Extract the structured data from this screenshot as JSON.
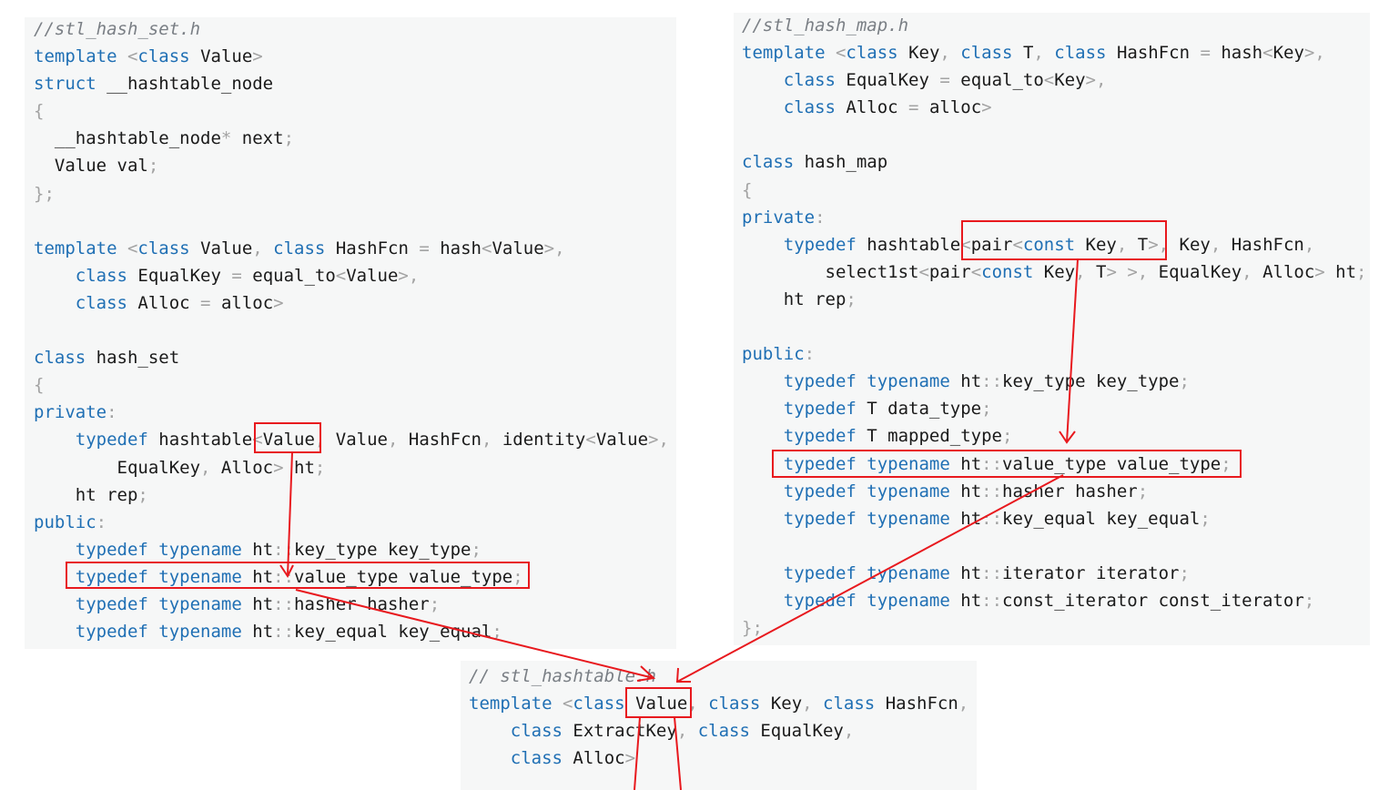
{
  "panels": {
    "left": {
      "lines": [
        [
          [
            "c",
            "//stl_hash_set.h"
          ]
        ],
        [
          [
            "k",
            "template"
          ],
          [
            "n",
            " "
          ],
          [
            "p",
            "<"
          ],
          [
            "k",
            "class"
          ],
          [
            "n",
            " Value"
          ],
          [
            "p",
            ">"
          ]
        ],
        [
          [
            "k",
            "struct"
          ],
          [
            "n",
            " __hashtable_node"
          ]
        ],
        [
          [
            "p",
            "{"
          ]
        ],
        [
          [
            "n",
            "  __hashtable_node"
          ],
          [
            "p",
            "*"
          ],
          [
            "n",
            " next"
          ],
          [
            "p",
            ";"
          ]
        ],
        [
          [
            "n",
            "  Value val"
          ],
          [
            "p",
            ";"
          ]
        ],
        [
          [
            "p",
            "};"
          ]
        ],
        [
          [
            "n",
            ""
          ]
        ],
        [
          [
            "k",
            "template"
          ],
          [
            "n",
            " "
          ],
          [
            "p",
            "<"
          ],
          [
            "k",
            "class"
          ],
          [
            "n",
            " Value"
          ],
          [
            "p",
            ","
          ],
          [
            "n",
            " "
          ],
          [
            "k",
            "class"
          ],
          [
            "n",
            " HashFcn "
          ],
          [
            "p",
            "="
          ],
          [
            "n",
            " hash"
          ],
          [
            "p",
            "<"
          ],
          [
            "n",
            "Value"
          ],
          [
            "p",
            ">,"
          ]
        ],
        [
          [
            "n",
            "    "
          ],
          [
            "k",
            "class"
          ],
          [
            "n",
            " EqualKey "
          ],
          [
            "p",
            "="
          ],
          [
            "n",
            " equal_to"
          ],
          [
            "p",
            "<"
          ],
          [
            "n",
            "Value"
          ],
          [
            "p",
            ">,"
          ]
        ],
        [
          [
            "n",
            "    "
          ],
          [
            "k",
            "class"
          ],
          [
            "n",
            " Alloc "
          ],
          [
            "p",
            "="
          ],
          [
            "n",
            " alloc"
          ],
          [
            "p",
            ">"
          ]
        ],
        [
          [
            "n",
            ""
          ]
        ],
        [
          [
            "k",
            "class"
          ],
          [
            "n",
            " hash_set"
          ]
        ],
        [
          [
            "p",
            "{"
          ]
        ],
        [
          [
            "k",
            "private"
          ],
          [
            "p",
            ":"
          ]
        ],
        [
          [
            "n",
            "    "
          ],
          [
            "k",
            "typedef"
          ],
          [
            "n",
            " hashtable"
          ],
          [
            "p",
            "<"
          ],
          [
            "n",
            "Value"
          ],
          [
            "p",
            ","
          ],
          [
            "n",
            " Value"
          ],
          [
            "p",
            ","
          ],
          [
            "n",
            " HashFcn"
          ],
          [
            "p",
            ","
          ],
          [
            "n",
            " identity"
          ],
          [
            "p",
            "<"
          ],
          [
            "n",
            "Value"
          ],
          [
            "p",
            ">,"
          ]
        ],
        [
          [
            "n",
            "        EqualKey"
          ],
          [
            "p",
            ","
          ],
          [
            "n",
            " Alloc"
          ],
          [
            "p",
            ">"
          ],
          [
            "n",
            " ht"
          ],
          [
            "p",
            ";"
          ]
        ],
        [
          [
            "n",
            "    ht rep"
          ],
          [
            "p",
            ";"
          ]
        ],
        [
          [
            "k",
            "public"
          ],
          [
            "p",
            ":"
          ]
        ],
        [
          [
            "n",
            "    "
          ],
          [
            "k",
            "typedef"
          ],
          [
            "n",
            " "
          ],
          [
            "k",
            "typename"
          ],
          [
            "n",
            " ht"
          ],
          [
            "p",
            "::"
          ],
          [
            "n",
            "key_type key_type"
          ],
          [
            "p",
            ";"
          ]
        ],
        [
          [
            "n",
            "    "
          ],
          [
            "k",
            "typedef"
          ],
          [
            "n",
            " "
          ],
          [
            "k",
            "typename"
          ],
          [
            "n",
            " ht"
          ],
          [
            "p",
            "::"
          ],
          [
            "n",
            "value_type value_type"
          ],
          [
            "p",
            ";"
          ]
        ],
        [
          [
            "n",
            "    "
          ],
          [
            "k",
            "typedef"
          ],
          [
            "n",
            " "
          ],
          [
            "k",
            "typename"
          ],
          [
            "n",
            " ht"
          ],
          [
            "p",
            "::"
          ],
          [
            "n",
            "hasher hasher"
          ],
          [
            "p",
            ";"
          ]
        ],
        [
          [
            "n",
            "    "
          ],
          [
            "k",
            "typedef"
          ],
          [
            "n",
            " "
          ],
          [
            "k",
            "typename"
          ],
          [
            "n",
            " ht"
          ],
          [
            "p",
            "::"
          ],
          [
            "n",
            "key_equal key_equal"
          ],
          [
            "p",
            ";"
          ]
        ]
      ]
    },
    "right": {
      "lines": [
        [
          [
            "c",
            "//stl_hash_map.h"
          ]
        ],
        [
          [
            "k",
            "template"
          ],
          [
            "n",
            " "
          ],
          [
            "p",
            "<"
          ],
          [
            "k",
            "class"
          ],
          [
            "n",
            " Key"
          ],
          [
            "p",
            ","
          ],
          [
            "n",
            " "
          ],
          [
            "k",
            "class"
          ],
          [
            "n",
            " T"
          ],
          [
            "p",
            ","
          ],
          [
            "n",
            " "
          ],
          [
            "k",
            "class"
          ],
          [
            "n",
            " HashFcn "
          ],
          [
            "p",
            "="
          ],
          [
            "n",
            " hash"
          ],
          [
            "p",
            "<"
          ],
          [
            "n",
            "Key"
          ],
          [
            "p",
            ">,"
          ]
        ],
        [
          [
            "n",
            "    "
          ],
          [
            "k",
            "class"
          ],
          [
            "n",
            " EqualKey "
          ],
          [
            "p",
            "="
          ],
          [
            "n",
            " equal_to"
          ],
          [
            "p",
            "<"
          ],
          [
            "n",
            "Key"
          ],
          [
            "p",
            ">,"
          ]
        ],
        [
          [
            "n",
            "    "
          ],
          [
            "k",
            "class"
          ],
          [
            "n",
            " Alloc "
          ],
          [
            "p",
            "="
          ],
          [
            "n",
            " alloc"
          ],
          [
            "p",
            ">"
          ]
        ],
        [
          [
            "n",
            ""
          ]
        ],
        [
          [
            "k",
            "class"
          ],
          [
            "n",
            " hash_map"
          ]
        ],
        [
          [
            "p",
            "{"
          ]
        ],
        [
          [
            "k",
            "private"
          ],
          [
            "p",
            ":"
          ]
        ],
        [
          [
            "n",
            "    "
          ],
          [
            "k",
            "typedef"
          ],
          [
            "n",
            " hashtable"
          ],
          [
            "p",
            "<"
          ],
          [
            "n",
            "pair"
          ],
          [
            "p",
            "<"
          ],
          [
            "k",
            "const"
          ],
          [
            "n",
            " Key"
          ],
          [
            "p",
            ","
          ],
          [
            "n",
            " T"
          ],
          [
            "p",
            ">,"
          ],
          [
            "n",
            " Key"
          ],
          [
            "p",
            ","
          ],
          [
            "n",
            " HashFcn"
          ],
          [
            "p",
            ","
          ]
        ],
        [
          [
            "n",
            "        select1st"
          ],
          [
            "p",
            "<"
          ],
          [
            "n",
            "pair"
          ],
          [
            "p",
            "<"
          ],
          [
            "k",
            "const"
          ],
          [
            "n",
            " Key"
          ],
          [
            "p",
            ","
          ],
          [
            "n",
            " T"
          ],
          [
            "p",
            "> >,"
          ],
          [
            "n",
            " EqualKey"
          ],
          [
            "p",
            ","
          ],
          [
            "n",
            " Alloc"
          ],
          [
            "p",
            ">"
          ],
          [
            "n",
            " ht"
          ],
          [
            "p",
            ";"
          ]
        ],
        [
          [
            "n",
            "    ht rep"
          ],
          [
            "p",
            ";"
          ]
        ],
        [
          [
            "n",
            ""
          ]
        ],
        [
          [
            "k",
            "public"
          ],
          [
            "p",
            ":"
          ]
        ],
        [
          [
            "n",
            "    "
          ],
          [
            "k",
            "typedef"
          ],
          [
            "n",
            " "
          ],
          [
            "k",
            "typename"
          ],
          [
            "n",
            " ht"
          ],
          [
            "p",
            "::"
          ],
          [
            "n",
            "key_type key_type"
          ],
          [
            "p",
            ";"
          ]
        ],
        [
          [
            "n",
            "    "
          ],
          [
            "k",
            "typedef"
          ],
          [
            "n",
            " T data_type"
          ],
          [
            "p",
            ";"
          ]
        ],
        [
          [
            "n",
            "    "
          ],
          [
            "k",
            "typedef"
          ],
          [
            "n",
            " T mapped_type"
          ],
          [
            "p",
            ";"
          ]
        ],
        [
          [
            "n",
            "    "
          ],
          [
            "k",
            "typedef"
          ],
          [
            "n",
            " "
          ],
          [
            "k",
            "typename"
          ],
          [
            "n",
            " ht"
          ],
          [
            "p",
            "::"
          ],
          [
            "n",
            "value_type value_type"
          ],
          [
            "p",
            ";"
          ]
        ],
        [
          [
            "n",
            "    "
          ],
          [
            "k",
            "typedef"
          ],
          [
            "n",
            " "
          ],
          [
            "k",
            "typename"
          ],
          [
            "n",
            " ht"
          ],
          [
            "p",
            "::"
          ],
          [
            "n",
            "hasher hasher"
          ],
          [
            "p",
            ";"
          ]
        ],
        [
          [
            "n",
            "    "
          ],
          [
            "k",
            "typedef"
          ],
          [
            "n",
            " "
          ],
          [
            "k",
            "typename"
          ],
          [
            "n",
            " ht"
          ],
          [
            "p",
            "::"
          ],
          [
            "n",
            "key_equal key_equal"
          ],
          [
            "p",
            ";"
          ]
        ],
        [
          [
            "n",
            ""
          ]
        ],
        [
          [
            "n",
            "    "
          ],
          [
            "k",
            "typedef"
          ],
          [
            "n",
            " "
          ],
          [
            "k",
            "typename"
          ],
          [
            "n",
            " ht"
          ],
          [
            "p",
            "::"
          ],
          [
            "n",
            "iterator iterator"
          ],
          [
            "p",
            ";"
          ]
        ],
        [
          [
            "n",
            "    "
          ],
          [
            "k",
            "typedef"
          ],
          [
            "n",
            " "
          ],
          [
            "k",
            "typename"
          ],
          [
            "n",
            " ht"
          ],
          [
            "p",
            "::"
          ],
          [
            "n",
            "const_iterator const_iterator"
          ],
          [
            "p",
            ";"
          ]
        ],
        [
          [
            "p",
            "};"
          ]
        ]
      ]
    },
    "bottom": {
      "lines": [
        [
          [
            "c",
            "// stl_hashtable.h"
          ]
        ],
        [
          [
            "k",
            "template"
          ],
          [
            "n",
            " "
          ],
          [
            "p",
            "<"
          ],
          [
            "k",
            "class"
          ],
          [
            "n",
            " Value"
          ],
          [
            "p",
            ","
          ],
          [
            "n",
            " "
          ],
          [
            "k",
            "class"
          ],
          [
            "n",
            " Key"
          ],
          [
            "p",
            ","
          ],
          [
            "n",
            " "
          ],
          [
            "k",
            "class"
          ],
          [
            "n",
            " HashFcn"
          ],
          [
            "p",
            ","
          ]
        ],
        [
          [
            "n",
            "    "
          ],
          [
            "k",
            "class"
          ],
          [
            "n",
            " ExtractKey"
          ],
          [
            "p",
            ","
          ],
          [
            "n",
            " "
          ],
          [
            "k",
            "class"
          ],
          [
            "n",
            " EqualKey"
          ],
          [
            "p",
            ","
          ]
        ],
        [
          [
            "n",
            "    "
          ],
          [
            "k",
            "class"
          ],
          [
            "n",
            " Alloc"
          ],
          [
            "p",
            ">"
          ]
        ]
      ]
    }
  },
  "colors": {
    "keyword": "#1f6fb4",
    "punctuation": "#a3a3a3",
    "comment": "#7a7f85",
    "annotation": "#e8191e"
  }
}
